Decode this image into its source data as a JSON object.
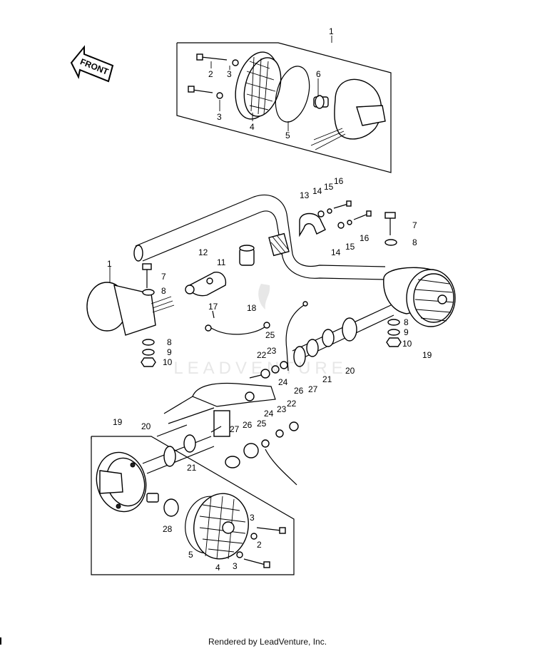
{
  "front_badge": "FRONT",
  "watermark": "LEADVENTURE",
  "footer": "Rendered by LeadVenture, Inc.",
  "labels": {
    "l1a": "1",
    "l2a": "2",
    "l3a": "3",
    "l3b": "3",
    "l4a": "4",
    "l5a": "5",
    "l6a": "6",
    "l13": "13",
    "l14a": "14",
    "l15a": "15",
    "l16a": "16",
    "l14b": "14",
    "l15b": "15",
    "l16b": "16",
    "l7a": "7",
    "l8a": "8",
    "l11": "11",
    "l12": "12",
    "l1b": "1",
    "l7b": "7",
    "l8b": "8",
    "l17": "17",
    "l18": "18",
    "l25a": "25",
    "l8c": "8",
    "l9a": "9",
    "l10a": "10",
    "l8d": "8",
    "l9b": "9",
    "l10b": "10",
    "l19a": "19",
    "l20a": "20",
    "l21a": "21",
    "l27a": "27",
    "l26a": "26",
    "l22a": "22",
    "l23a": "23",
    "l24a": "24",
    "l19b": "19",
    "l20b": "20",
    "l21b": "21",
    "l27b": "27",
    "l26b": "26",
    "l25b": "25",
    "l24b": "24",
    "l23b": "23",
    "l22b": "22",
    "l28": "28",
    "l5b": "5",
    "l4b": "4",
    "l3c": "3",
    "l2b": "2",
    "l3d": "3"
  }
}
